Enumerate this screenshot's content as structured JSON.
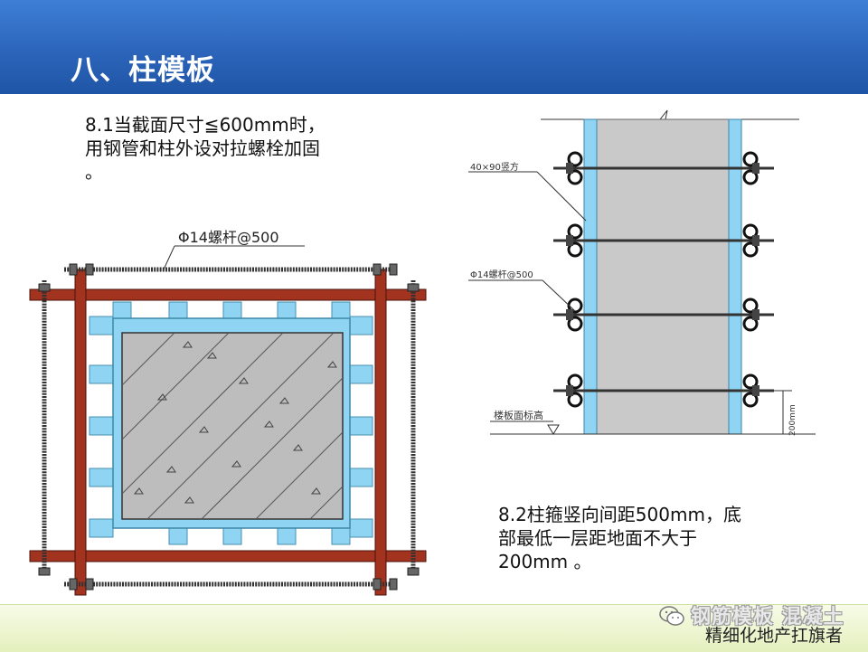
{
  "slide": {
    "title": "八、柱模板",
    "section_8_1": {
      "line1": "8.1当截面尺寸≦600mm时，",
      "line2": "用钢管和柱外设对拉螺栓加固",
      "line3": "。"
    },
    "section_8_2": {
      "line1": "8.2柱箍竖向间距500mm，底",
      "line2": "部最低一层距地面不大于",
      "line3": "200mm 。"
    }
  },
  "plan_diagram": {
    "bolt_label": "Φ14螺杆@500"
  },
  "elevation_diagram": {
    "label_studs": "40×90竖方",
    "label_bolts": "Φ14螺杆@500",
    "label_floor": "楼板面标高",
    "dim_bottom": "200mm"
  },
  "watermark": {
    "line1": "钢筋模板 混凝土",
    "line2": "精细化地产扛旗者"
  },
  "colors": {
    "header_blue": "#2a63b8",
    "steel_red": "#a2331f",
    "stud_blue": "#8fd4f2",
    "concrete_gray": "#bdbdbd",
    "footer_green": "#e4f0bd"
  }
}
